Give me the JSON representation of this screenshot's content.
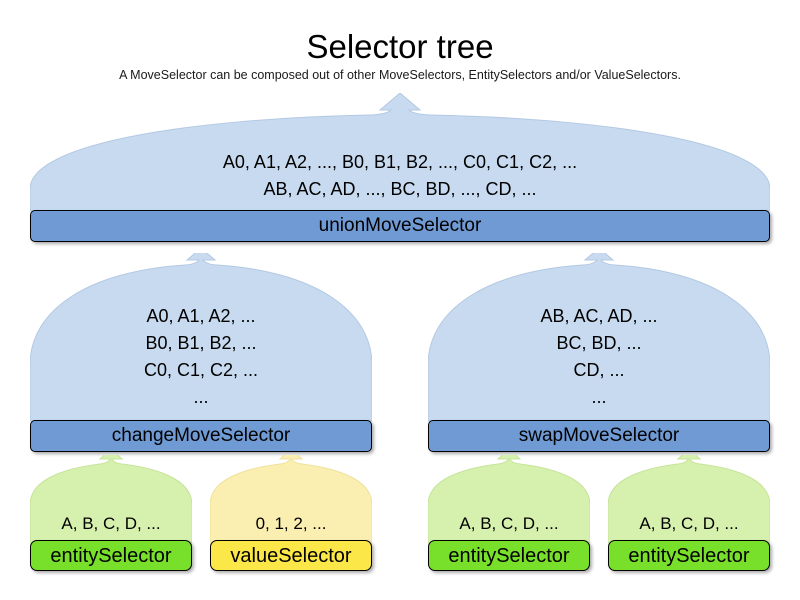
{
  "header": {
    "title": "Selector tree",
    "subtitle": "A MoveSelector can be composed out of other MoveSelectors, EntitySelectors and/or ValueSelectors."
  },
  "colors": {
    "move_selector_bar": "#6f9ad3",
    "move_selector_dome": "#c7daef",
    "entity_selector_bar": "#78e02b",
    "entity_selector_dome": "#d6f0ae",
    "value_selector_bar": "#fbe747",
    "value_selector_dome": "#faeeb0",
    "outline": "#000000",
    "background": "#ffffff"
  },
  "nodes": {
    "union": {
      "label": "unionMoveSelector",
      "type": "moveSelector",
      "lines": [
        "A0, A1, A2, ..., B0, B1, B2, ..., C0, C1, C2, ...",
        "AB, AC, AD, ..., BC, BD, ..., CD, ..."
      ]
    },
    "change": {
      "label": "changeMoveSelector",
      "type": "moveSelector",
      "lines": [
        "A0, A1, A2, ...",
        "B0, B1, B2, ...",
        "C0, C1, C2, ...",
        "..."
      ]
    },
    "swap": {
      "label": "swapMoveSelector",
      "type": "moveSelector",
      "lines": [
        "AB, AC, AD, ...",
        "BC, BD, ...",
        "CD, ...",
        "..."
      ]
    },
    "change_entity": {
      "label": "entitySelector",
      "type": "entitySelector",
      "lines": [
        "A, B, C, D, ..."
      ]
    },
    "change_value": {
      "label": "valueSelector",
      "type": "valueSelector",
      "lines": [
        "0, 1, 2, ..."
      ]
    },
    "swap_entity_left": {
      "label": "entitySelector",
      "type": "entitySelector",
      "lines": [
        "A, B, C, D, ..."
      ]
    },
    "swap_entity_right": {
      "label": "entitySelector",
      "type": "entitySelector",
      "lines": [
        "A, B, C, D, ..."
      ]
    }
  }
}
